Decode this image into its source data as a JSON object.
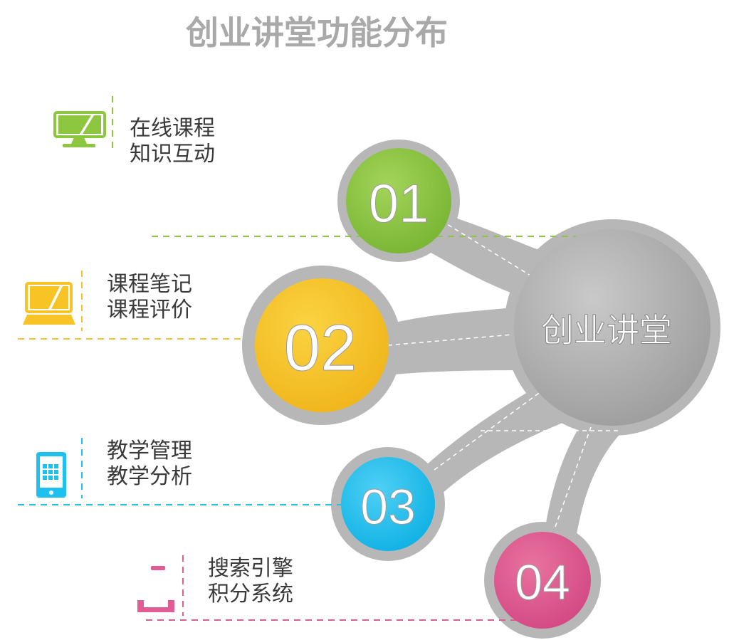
{
  "title": "创业讲堂功能分布",
  "center_label": "创业讲堂",
  "colors": {
    "green": "#8dc63f",
    "yellow": "#f7c325",
    "blue": "#1ec0ee",
    "pink": "#e05c93",
    "gray": "#b4b4b4",
    "title": "#a9a9a9"
  },
  "items": [
    {
      "number": "01",
      "icon": "monitor-icon",
      "line1": "在线课程",
      "line2": "知识互动",
      "color": "#8dc63f"
    },
    {
      "number": "02",
      "icon": "laptop-icon",
      "line1": "课程笔记",
      "line2": "课程评价",
      "color": "#f7c325"
    },
    {
      "number": "03",
      "icon": "tablet-icon",
      "line1": "教学管理",
      "line2": "教学分析",
      "color": "#1ec0ee"
    },
    {
      "number": "04",
      "icon": "phone-icon",
      "line1": "搜索引擎",
      "line2": "积分系统",
      "color": "#e05c93"
    }
  ]
}
